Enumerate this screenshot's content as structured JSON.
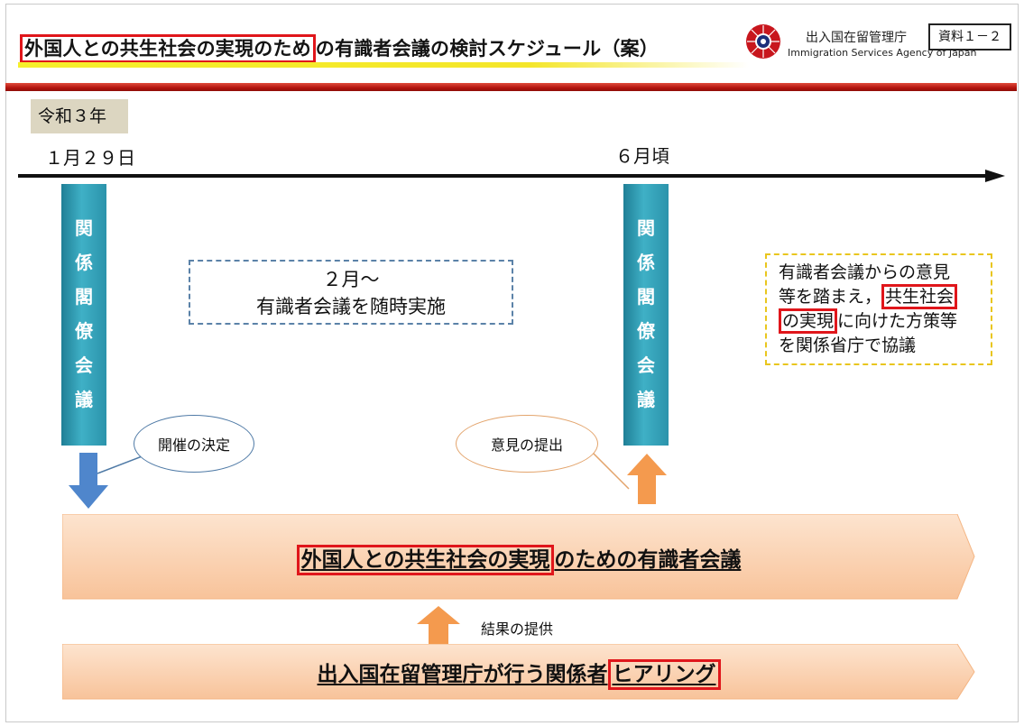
{
  "header": {
    "title_highlight": "外国人との共生社会の実現のため",
    "title_rest": "の有識者会議の検討スケジュール（案）",
    "agency_name_jp": "出入国在留管理庁",
    "agency_name_en": "Immigration Services Agency of Japan",
    "doc_label": "資料１－２"
  },
  "timeline": {
    "year": "令和３年",
    "start_date": "１月２９日",
    "end_date": "６月頃"
  },
  "pillars": {
    "left": [
      "関",
      "係",
      "閣",
      "僚",
      "会",
      "議"
    ],
    "right": [
      "関",
      "係",
      "閣",
      "僚",
      "会",
      "議"
    ]
  },
  "meeting_box": {
    "line1": "２月～",
    "line2": "有識者会議を随時実施"
  },
  "note_box": {
    "line1": "有識者会議からの意見",
    "line2_pre": "等を踏まえ，",
    "line2_highlight": "共生社会",
    "line3_highlight": "の実現",
    "line3_post": "に向けた方策等",
    "line4": "を関係省庁で協議"
  },
  "bubbles": {
    "decision": "開催の決定",
    "opinion": "意見の提出"
  },
  "banners": {
    "council_highlight": "外国人との共生社会の実現",
    "council_rest": "のための有識者会議",
    "hearing_pre": "出入国在留管理庁が行う関係者",
    "hearing_highlight": "ヒアリング"
  },
  "result_label": "結果の提供",
  "colors": {
    "highlight_red": "#e0161b",
    "pillar_teal": "#2b93ab",
    "banner_orange": "#fbd9bc",
    "arrow_orange": "#f49a4e",
    "arrow_blue": "#4f86cc"
  }
}
